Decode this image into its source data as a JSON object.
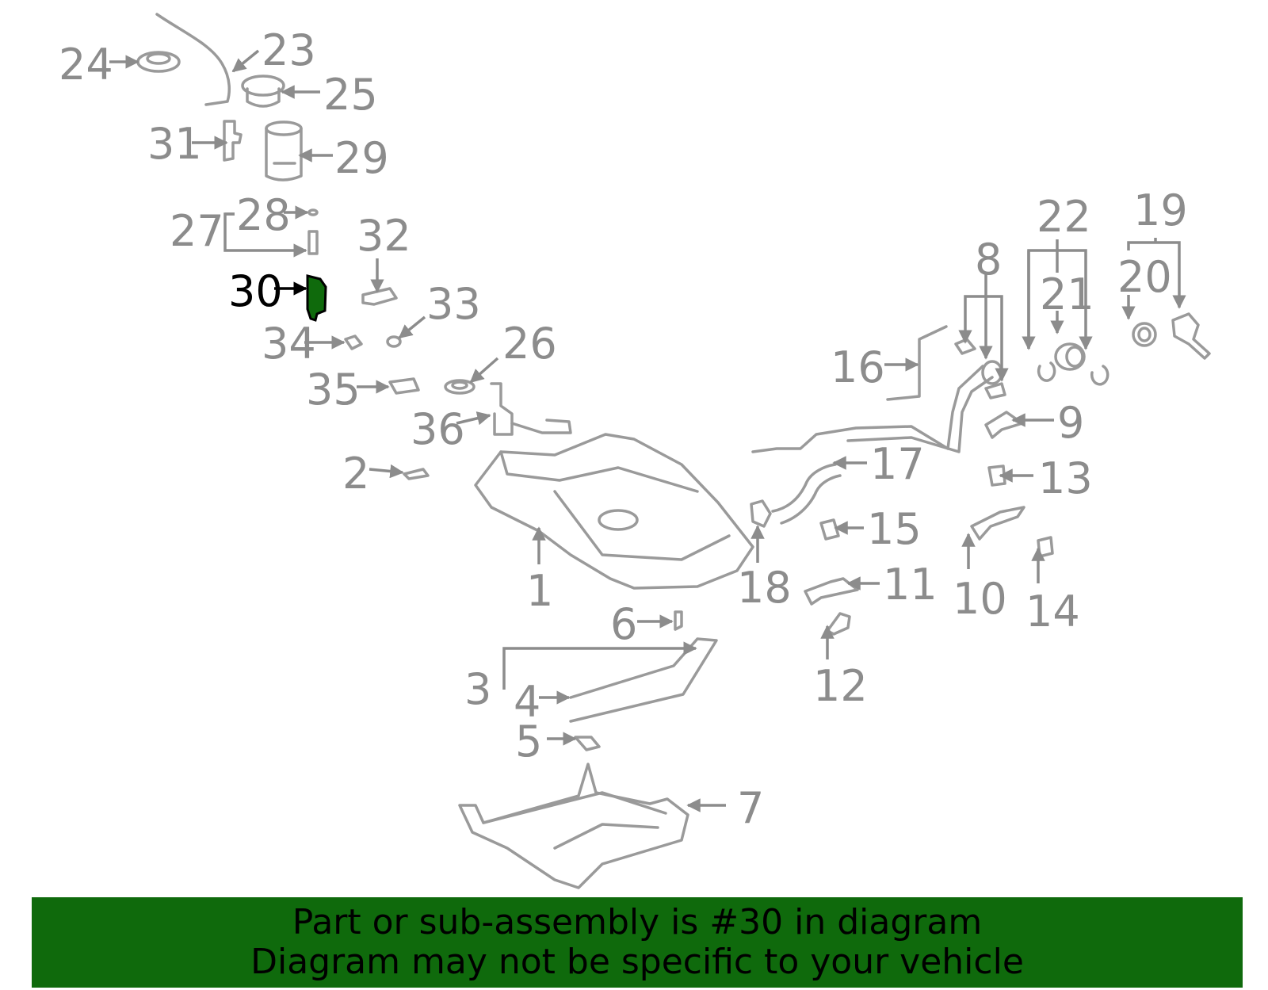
{
  "diagram": {
    "highlighted_part": "30",
    "highlight_color": "#0f6a0c",
    "labels": [
      "1",
      "2",
      "3",
      "4",
      "5",
      "6",
      "7",
      "8",
      "9",
      "10",
      "11",
      "12",
      "13",
      "14",
      "15",
      "16",
      "17",
      "18",
      "19",
      "20",
      "21",
      "22",
      "23",
      "24",
      "25",
      "26",
      "27",
      "28",
      "29",
      "30",
      "31",
      "32",
      "33",
      "34",
      "35",
      "36"
    ]
  },
  "banner": {
    "line1": "Part or sub-assembly is #30 in diagram",
    "line2": "Diagram may not be specific to your vehicle",
    "background": "#0f6a0c"
  }
}
